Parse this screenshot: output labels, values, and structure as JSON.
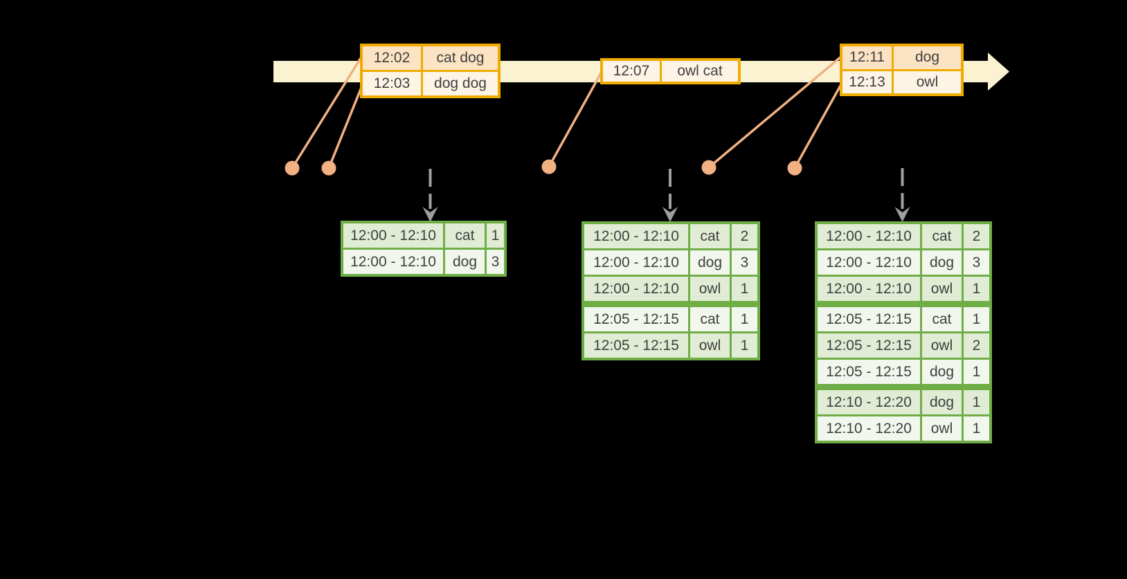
{
  "colors": {
    "background": "#000000",
    "timeline_band": "#fbf2d1",
    "event_table_border": "#efab00",
    "event_row_dark": "#fbe3c3",
    "event_row_light": "#fdf4e6",
    "connector_salmon": "#f2b183",
    "trigger_arrow_gray": "#9f9f9f",
    "result_table_border": "#6fae46",
    "result_row_dark": "#e0ecd4",
    "result_row_light": "#f2f7ee",
    "text": "#3f3f3f"
  },
  "graphics": {
    "timeline_arrow": "right-arrow-band",
    "event_dot": "timeline-event-dot",
    "connector_line": "dot-to-event-table-line",
    "trigger_arrow": "dashed-down-arrow"
  },
  "timeline": {
    "events": [
      {
        "rows": [
          {
            "time": "12:02",
            "words": "cat dog"
          },
          {
            "time": "12:03",
            "words": "dog dog"
          }
        ]
      },
      {
        "start_shade": "light",
        "rows": [
          {
            "time": "12:07",
            "words": "owl cat"
          }
        ]
      },
      {
        "rows": [
          {
            "time": "12:11",
            "words": "dog"
          },
          {
            "time": "12:13",
            "words": "owl"
          }
        ]
      }
    ]
  },
  "result_tables": [
    {
      "group_breaks": [],
      "rows": [
        {
          "window": "12:00 - 12:10",
          "word": "cat",
          "count": "1"
        },
        {
          "window": "12:00 - 12:10",
          "word": "dog",
          "count": "3"
        }
      ]
    },
    {
      "group_breaks": [
        3
      ],
      "rows": [
        {
          "window": "12:00 - 12:10",
          "word": "cat",
          "count": "2"
        },
        {
          "window": "12:00 - 12:10",
          "word": "dog",
          "count": "3"
        },
        {
          "window": "12:00 - 12:10",
          "word": "owl",
          "count": "1"
        },
        {
          "window": "12:05 - 12:15",
          "word": "cat",
          "count": "1"
        },
        {
          "window": "12:05 - 12:15",
          "word": "owl",
          "count": "1"
        }
      ]
    },
    {
      "group_breaks": [
        3,
        6
      ],
      "rows": [
        {
          "window": "12:00 - 12:10",
          "word": "cat",
          "count": "2"
        },
        {
          "window": "12:00 - 12:10",
          "word": "dog",
          "count": "3"
        },
        {
          "window": "12:00 - 12:10",
          "word": "owl",
          "count": "1"
        },
        {
          "window": "12:05 - 12:15",
          "word": "cat",
          "count": "1"
        },
        {
          "window": "12:05 - 12:15",
          "word": "owl",
          "count": "2"
        },
        {
          "window": "12:05 - 12:15",
          "word": "dog",
          "count": "1"
        },
        {
          "window": "12:10 - 12:20",
          "word": "dog",
          "count": "1"
        },
        {
          "window": "12:10 - 12:20",
          "word": "owl",
          "count": "1"
        }
      ]
    }
  ]
}
